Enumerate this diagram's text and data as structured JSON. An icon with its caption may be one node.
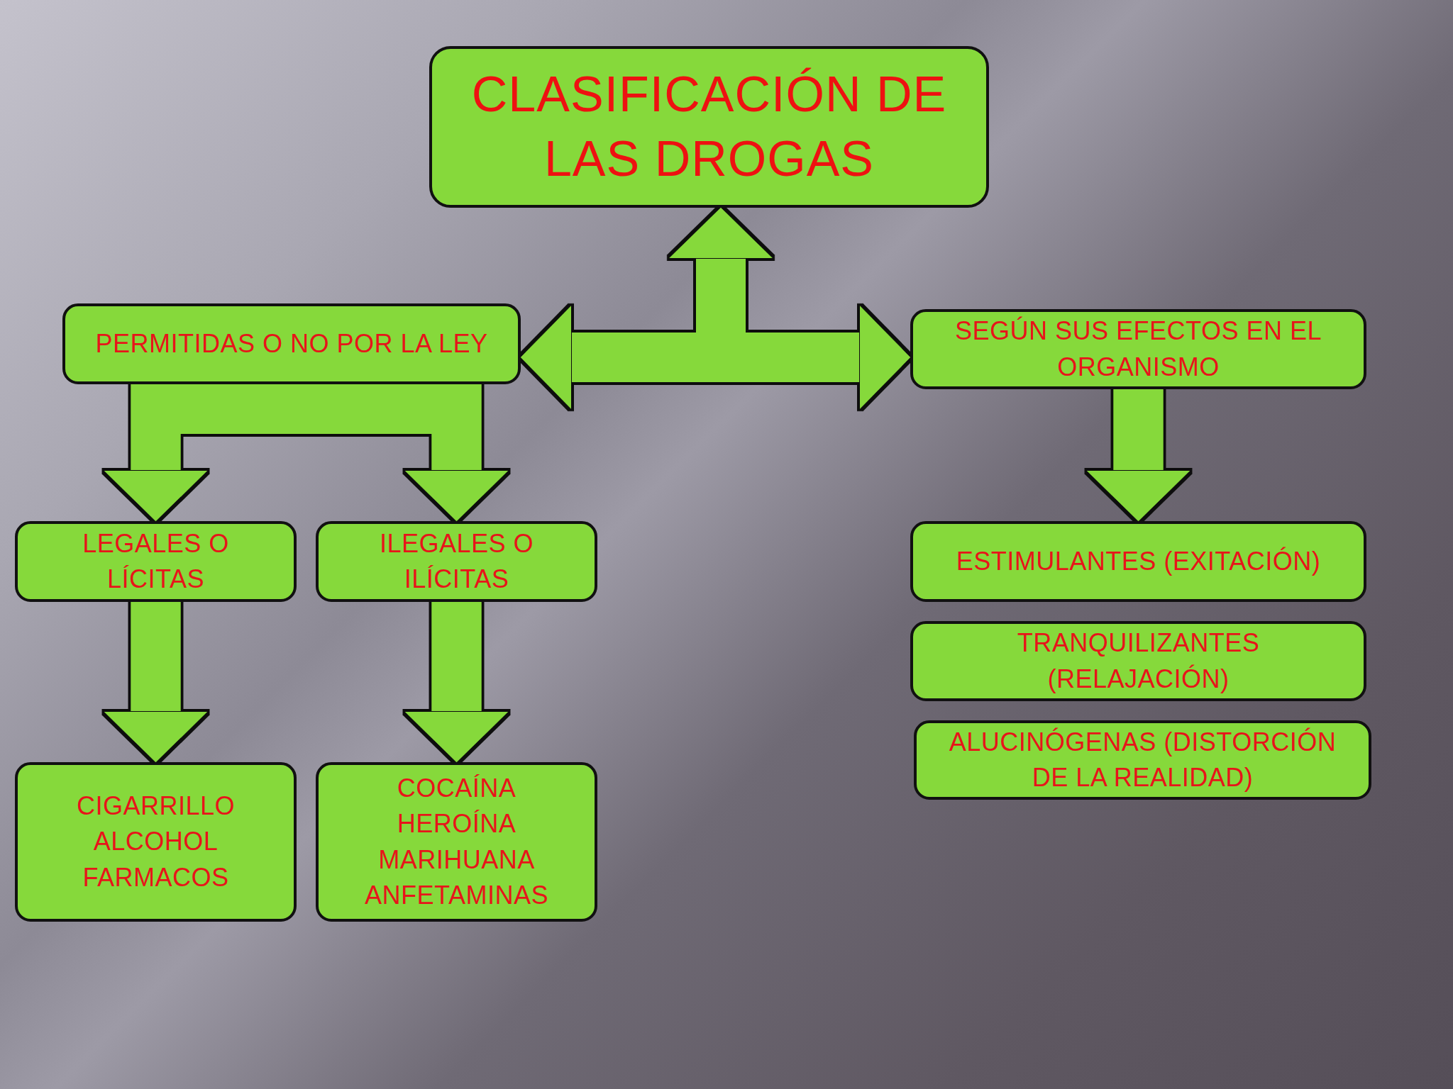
{
  "diagram": {
    "nodes": [
      {
        "text": [
          "CLASIFICACIÓN DE LAS DROGAS"
        ]
      },
      {
        "text": [
          "PERMITIDAS O NO POR LA LEY"
        ]
      },
      {
        "text": [
          "SEGÚN SUS EFECTOS EN EL ORGANISMO"
        ]
      },
      {
        "text": [
          "LEGALES O LÍCITAS"
        ]
      },
      {
        "text": [
          "ILEGALES O ILÍCITAS"
        ]
      },
      {
        "text": [
          "CIGARRILLO",
          "ALCOHOL",
          "FARMACOS"
        ]
      },
      {
        "text": [
          "COCAÍNA",
          "HEROÍNA",
          "MARIHUANA",
          "ANFETAMINAS"
        ]
      },
      {
        "text": [
          "ESTIMULANTES (EXITACIÓN)"
        ]
      },
      {
        "text": [
          "TRANQUILIZANTES (RELAJACIÓN)"
        ]
      },
      {
        "text": [
          "ALUCINÓGENAS (DISTORCIÓN DE LA REALIDAD)"
        ]
      }
    ],
    "edges": [
      {
        "from": null,
        "to": 0,
        "arrow": "to"
      },
      {
        "from": null,
        "to": 1,
        "arrow": "to"
      },
      {
        "from": null,
        "to": 2,
        "arrow": "to"
      },
      {
        "from": 1,
        "to": 3,
        "arrow": "to"
      },
      {
        "from": 1,
        "to": 4,
        "arrow": "to"
      },
      {
        "from": 3,
        "to": 5,
        "arrow": "to"
      },
      {
        "from": 4,
        "to": 6,
        "arrow": "to"
      },
      {
        "from": 2,
        "to": 7,
        "arrow": "to"
      }
    ]
  }
}
